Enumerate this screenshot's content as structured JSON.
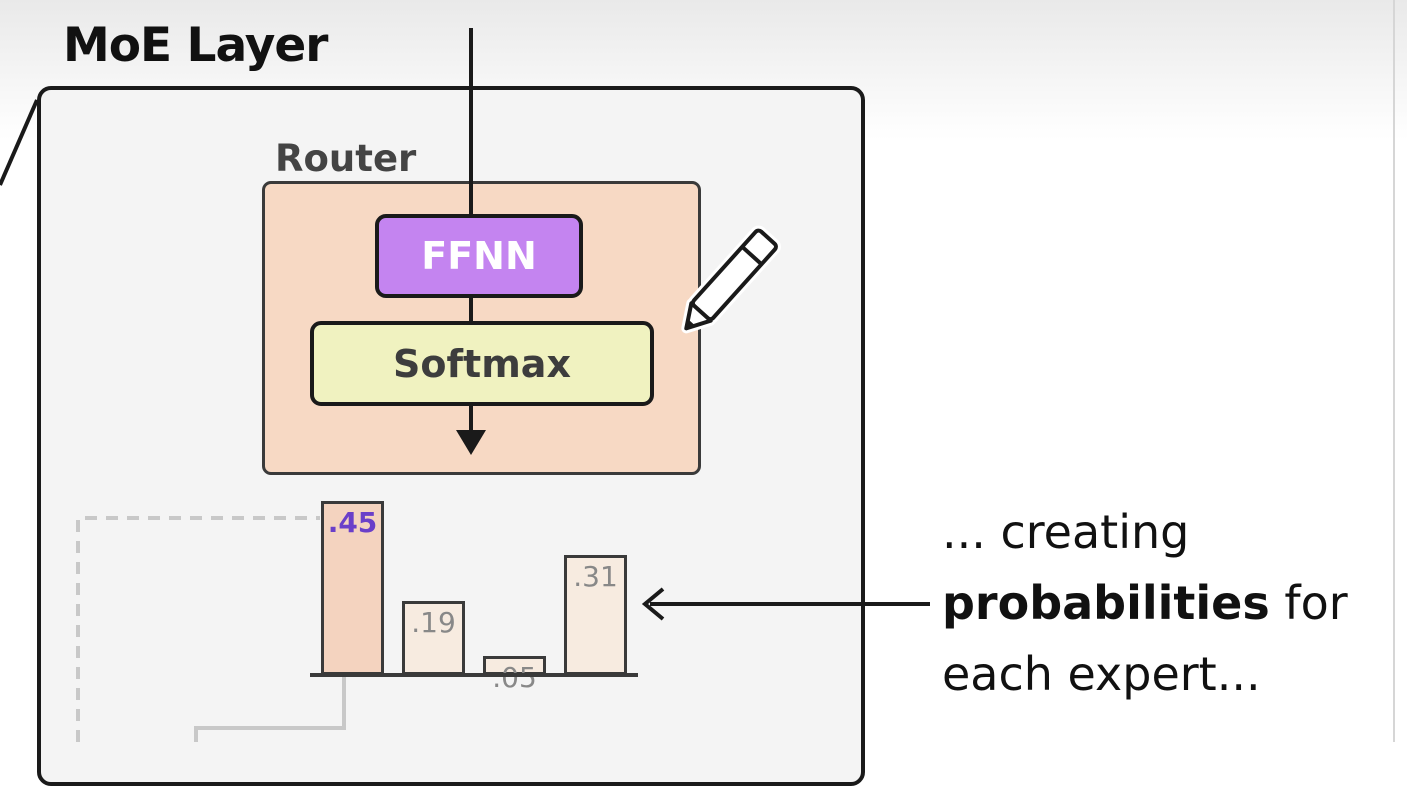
{
  "diagram": {
    "title": "MoE Layer",
    "router": {
      "label": "Router",
      "ffnn_label": "FFNN",
      "softmax_label": "Softmax"
    },
    "expert_probabilities": [
      {
        "label": ".45",
        "value": 0.45,
        "highlight": true
      },
      {
        "label": ".19",
        "value": 0.19,
        "highlight": false
      },
      {
        "label": ".05",
        "value": 0.05,
        "highlight": false
      },
      {
        "label": ".31",
        "value": 0.31,
        "highlight": false
      }
    ],
    "caption": {
      "line1": "... creating",
      "line2_bold": "probabilities",
      "line2_rest": " for",
      "line3": "each expert..."
    },
    "colors": {
      "router_fill": "#f7d9c4",
      "ffnn_fill": "#c484f0",
      "softmax_fill": "#f0f2c0",
      "highlight_text": "#6a3fc9",
      "top_bar_fill": "#f4d3bf",
      "other_bar_fill": "#f7ebe0"
    },
    "icons": [
      "pencil-icon",
      "arrow-down-icon",
      "arrow-left-icon"
    ]
  }
}
